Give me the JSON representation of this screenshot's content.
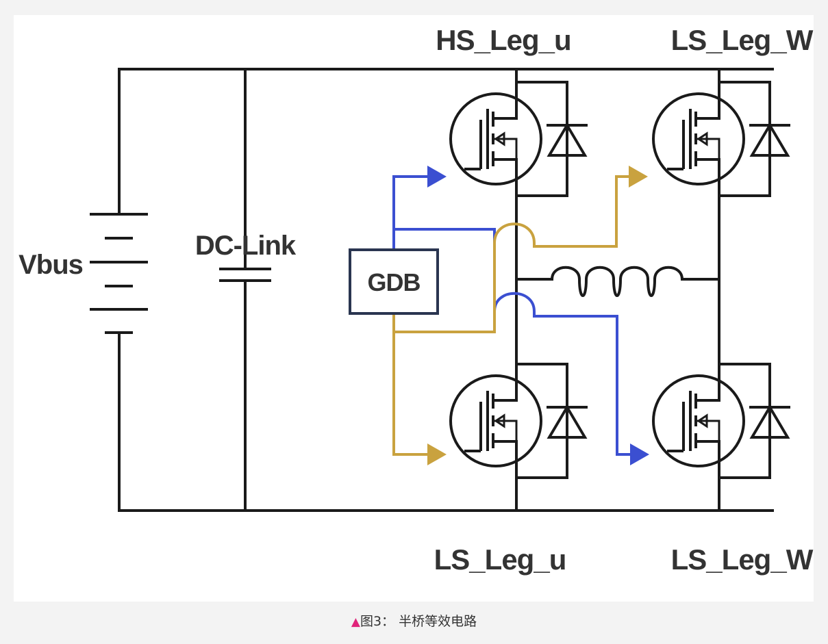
{
  "diagram": {
    "labels": {
      "hs_leg_u": "HS_Leg_u",
      "ls_leg_w_top": "LS_Leg_W",
      "ls_leg_u": "LS_Leg_u",
      "ls_leg_w_bottom": "LS_Leg_W",
      "vbus": "Vbus",
      "dc_link": "DC-Link",
      "gdb": "GDB"
    },
    "colors": {
      "wire": "#1a1a1a",
      "gate_blue": "#3b4fd1",
      "gate_gold": "#c9a23f",
      "gdb_border": "#2a3550",
      "text": "#333333"
    }
  },
  "caption": {
    "marker": "▲",
    "text": "图3： 半桥等效电路"
  }
}
